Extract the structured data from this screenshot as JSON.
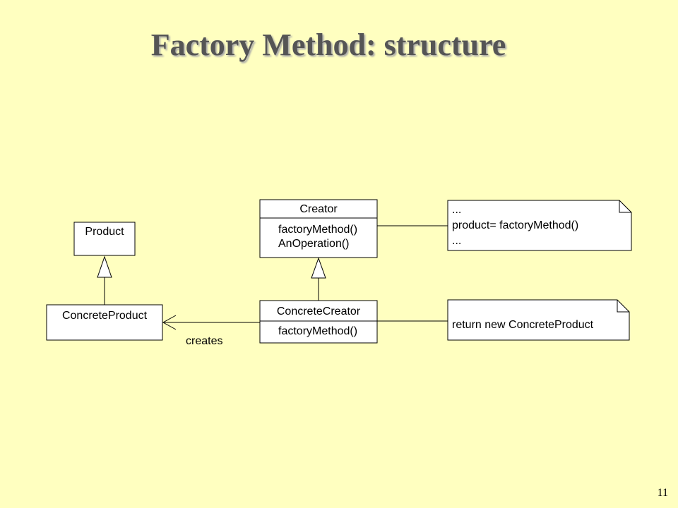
{
  "title": "Factory Method: structure",
  "page_number": "11",
  "classes": {
    "product": {
      "name": "Product"
    },
    "concrete_product": {
      "name": "ConcreteProduct"
    },
    "creator": {
      "name": "Creator",
      "operations": [
        "factoryMethod()",
        "AnOperation()"
      ]
    },
    "concrete_creator": {
      "name": "ConcreteCreator",
      "operations": [
        "factoryMethod()"
      ]
    }
  },
  "notes": {
    "creator_note": [
      "...",
      "product= factoryMethod()",
      "..."
    ],
    "concrete_creator_note": [
      "return new ConcreteProduct"
    ]
  },
  "relationships": {
    "creates_label": "creates"
  },
  "colors": {
    "background": "#ffffc0",
    "title": "#555555",
    "box_fill": "#ffffff",
    "stroke": "#000000"
  }
}
